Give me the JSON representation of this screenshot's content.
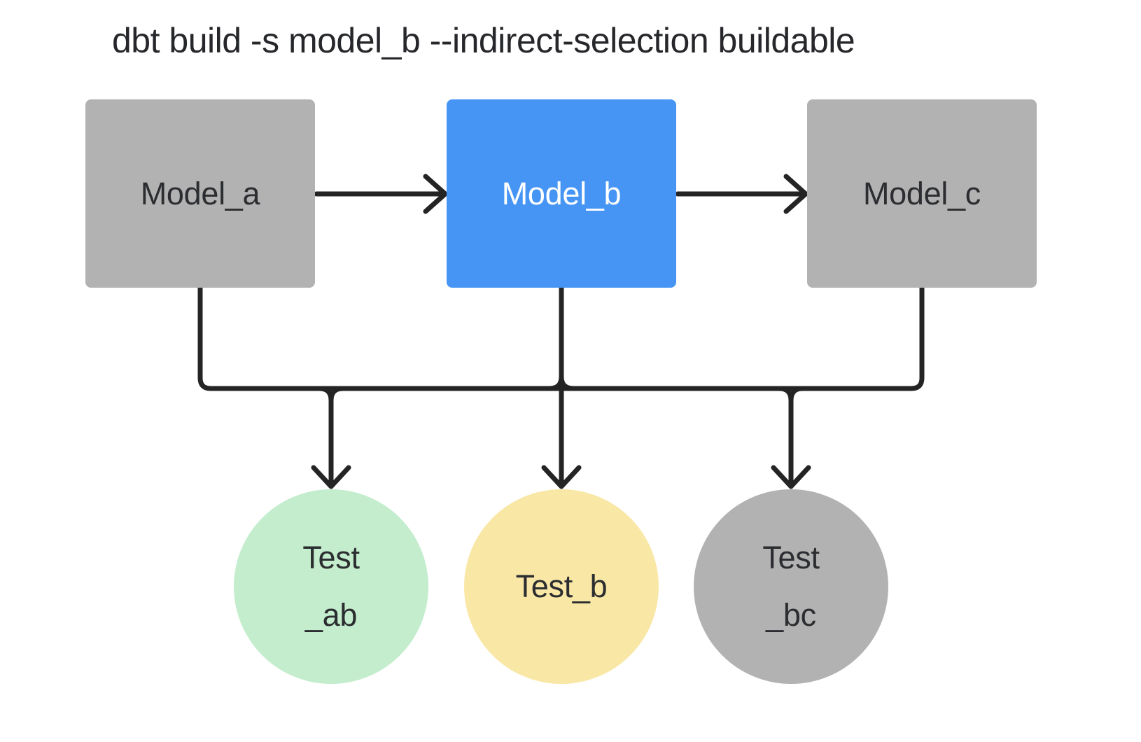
{
  "title": "dbt build -s model_b --indirect-selection buildable",
  "colors": {
    "background": "#ffffff",
    "connector": "#242424",
    "node_gray": "#b2b2b3",
    "node_blue": "#4695f4",
    "test_green": "#c3edcc",
    "test_yellow": "#f9e7a6",
    "test_gray": "#b2b2b3",
    "text_dark": "#2b2d30",
    "text_light": "#ffffff"
  },
  "models": [
    {
      "id": "model-a",
      "label": "Model_a",
      "fill": "#b2b2b3",
      "text": "#2b2d30"
    },
    {
      "id": "model-b",
      "label": "Model_b",
      "fill": "#4695f4",
      "text": "#ffffff"
    },
    {
      "id": "model-c",
      "label": "Model_c",
      "fill": "#b2b2b3",
      "text": "#2b2d30"
    }
  ],
  "tests": [
    {
      "id": "test-ab",
      "lines": [
        "Test",
        "_ab"
      ],
      "fill": "#c3edcc",
      "text": "#2b2d30"
    },
    {
      "id": "test-b",
      "lines": [
        "Test_b"
      ],
      "fill": "#f9e7a6",
      "text": "#2b2d30"
    },
    {
      "id": "test-bc",
      "lines": [
        "Test",
        "_bc"
      ],
      "fill": "#b2b2b3",
      "text": "#2b2d30"
    }
  ],
  "connections": {
    "horizontal_arrows": [
      "Model_a → Model_b",
      "Model_b → Model_c"
    ],
    "bus_sources": [
      "Model_a",
      "Model_b",
      "Model_c"
    ],
    "bus_targets": [
      "Test_ab",
      "Test_b",
      "Test_bc"
    ]
  }
}
